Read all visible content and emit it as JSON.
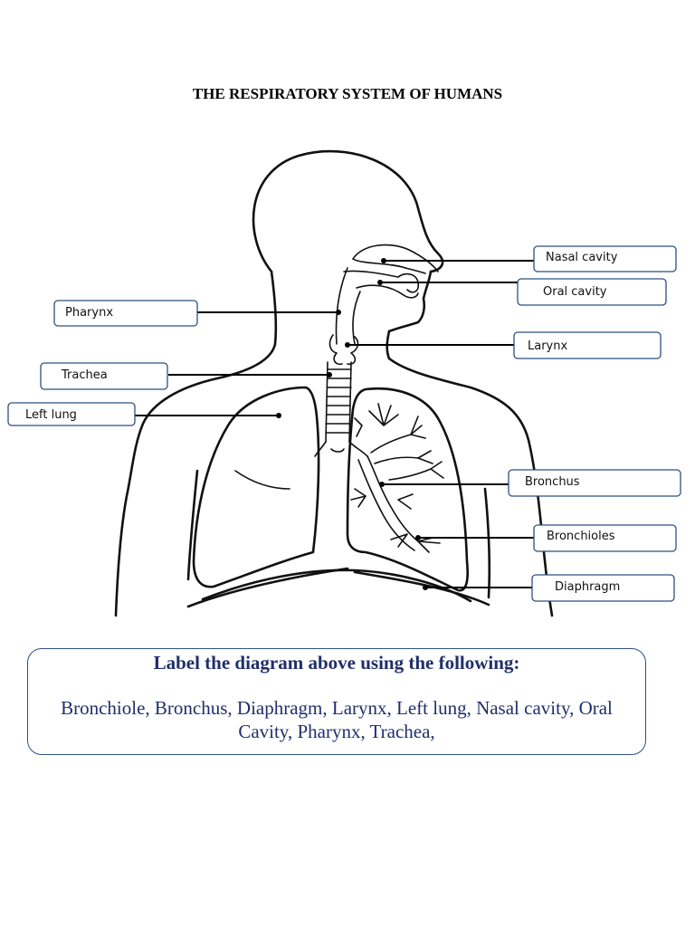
{
  "title": "THE RESPIRATORY SYSTEM OF HUMANS",
  "labels": {
    "nasal_cavity": "Nasal cavity",
    "oral_cavity": "Oral cavity",
    "pharynx": "Pharynx",
    "larynx": "Larynx",
    "trachea": "Trachea",
    "left_lung": "Left lung",
    "bronchus": "Bronchus",
    "bronchioles": "Bronchioles",
    "diaphragm": "Diaphragm"
  },
  "instructions": {
    "heading": "Label the diagram above using the following:",
    "terms": "Bronchiole, Bronchus, Diaphragm, Larynx, Left lung, Nasal cavity, Oral Cavity, Pharynx, Trachea,"
  },
  "colors": {
    "box_border": "#2f4f82",
    "instruction_text": "#1f2f6a"
  }
}
